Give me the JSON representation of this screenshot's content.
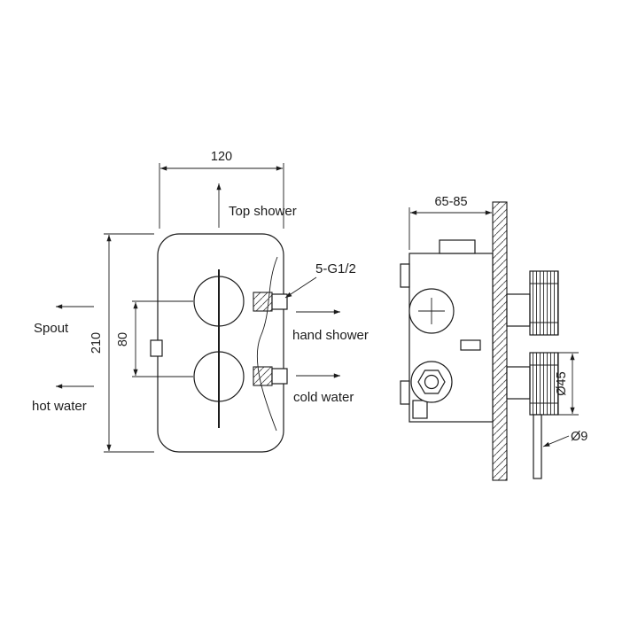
{
  "drawing": {
    "front": {
      "width_dim": "120",
      "height_dim": "210",
      "spacing_dim": "80",
      "top_shower": "Top shower",
      "spout": "Spout",
      "hot_water": "hot water",
      "hand_shower": "hand shower",
      "cold_water": "cold water",
      "thread_label": "5-G1/2"
    },
    "side": {
      "depth_dim": "65-85",
      "knob_diameter": "Ø45",
      "rod_diameter": "Ø9"
    },
    "colors": {
      "line": "#1c1c1c",
      "background": "#ffffff"
    }
  }
}
